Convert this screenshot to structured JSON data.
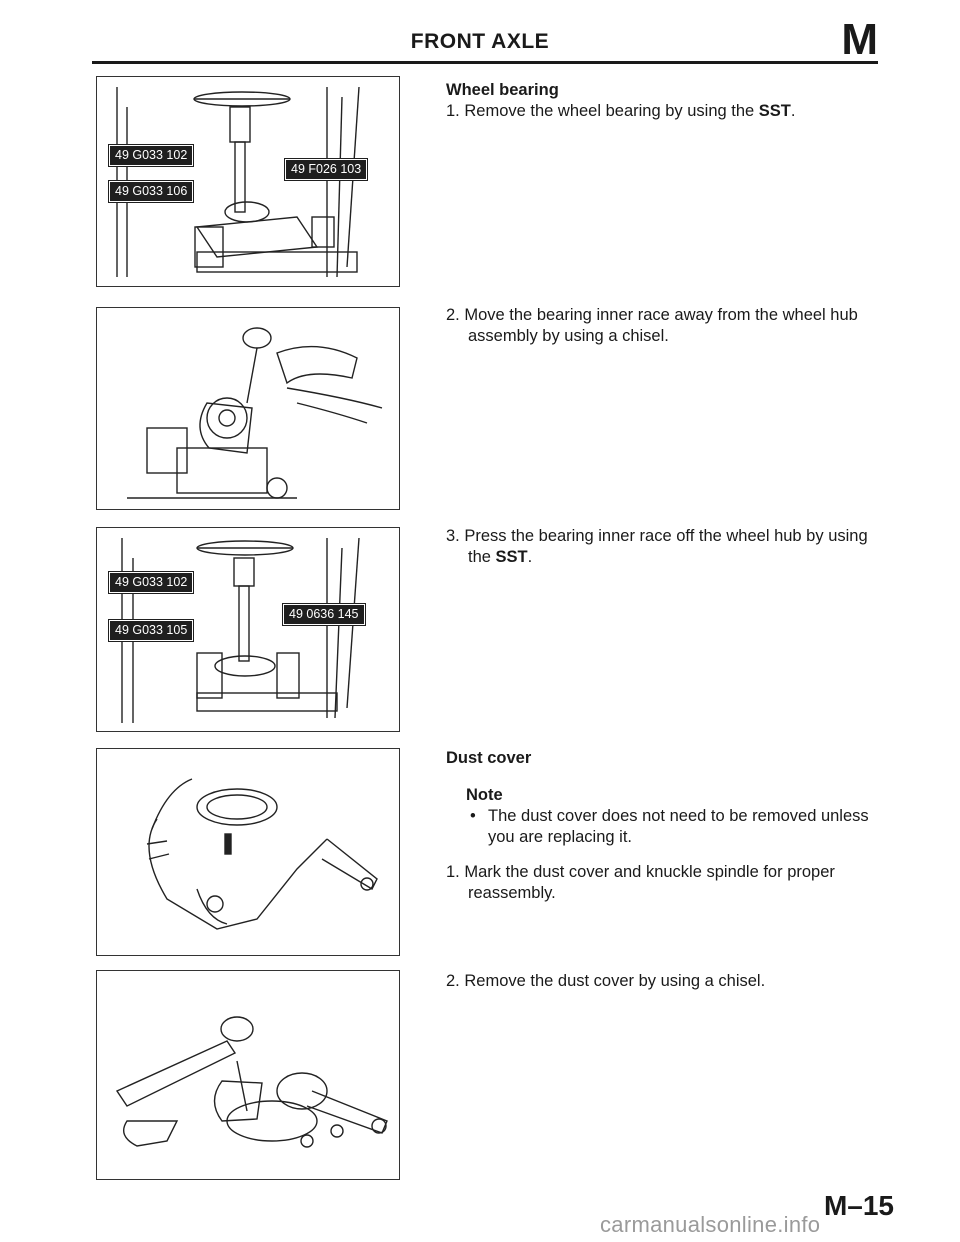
{
  "header": {
    "title": "FRONT AXLE",
    "section_letter": "M"
  },
  "figures": [
    {
      "tags": [
        "49 G033 102",
        "49 G033 106",
        "49 F026 103"
      ]
    },
    {
      "tags": []
    },
    {
      "tags": [
        "49 G033 102",
        "49 G033 105",
        "49 0636 145"
      ]
    },
    {
      "tags": []
    },
    {
      "tags": []
    }
  ],
  "sections": {
    "wheel_bearing": {
      "heading": "Wheel bearing",
      "step1_num": "1.",
      "step1_text": "Remove the wheel bearing by using the ",
      "step1_bold": "SST",
      "step1_end": ".",
      "step2_num": "2.",
      "step2_text": "Move the bearing inner race away from the wheel hub assembly by using a chisel.",
      "step3_num": "3.",
      "step3_text": "Press the bearing inner race off the wheel hub by using the ",
      "step3_bold": "SST",
      "step3_end": "."
    },
    "dust_cover": {
      "heading": "Dust cover",
      "note_label": "Note",
      "note_bullet": "•",
      "note_text": "The dust cover does not need to be removed unless you are replacing it.",
      "step1_num": "1.",
      "step1_text": "Mark the dust cover and knuckle spindle for proper reassembly.",
      "step2_num": "2.",
      "step2_text": "Remove the dust cover by using a chisel."
    }
  },
  "footer": {
    "page_number": "M–15",
    "watermark": "carmanualsonline.info"
  }
}
